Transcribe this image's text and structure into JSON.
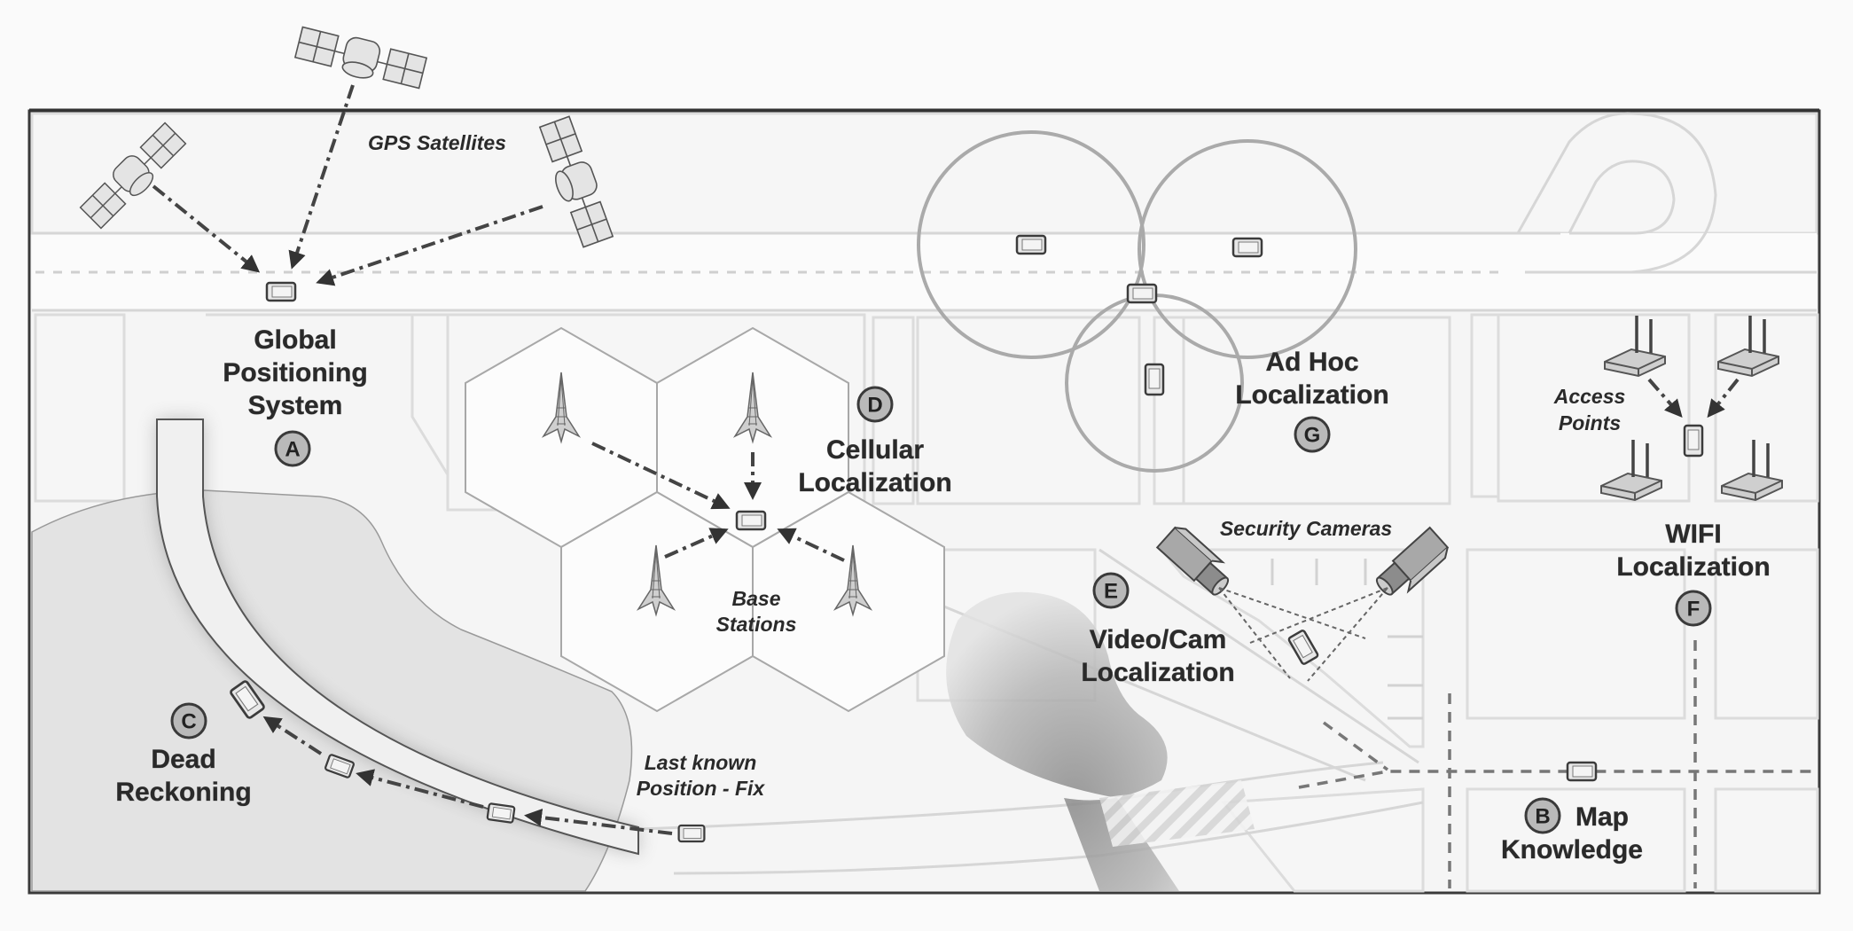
{
  "figure": {
    "title": "Localization techniques overview",
    "colors": {
      "background": "#fafafa",
      "frame": "#3a3a3a",
      "label": "#2a2a2a",
      "badge_fill": "#b9b9b9",
      "road_edge": "#d6d6d6",
      "shading": "#e6e6e6"
    }
  },
  "techniques": [
    {
      "badge": "A",
      "label_lines": [
        "Global",
        "Positioning",
        "System"
      ],
      "sub_label": "GPS Satellites",
      "icon": "satellite-icon"
    },
    {
      "badge": "B",
      "label_lines": [
        "Map",
        "Knowledge"
      ],
      "icon": "map-device-icon"
    },
    {
      "badge": "C",
      "label_lines": [
        "Dead",
        "Reckoning"
      ],
      "sub_label_lines": [
        "Last known",
        "Position - Fix"
      ],
      "icon": "trajectory-icon"
    },
    {
      "badge": "D",
      "label_lines": [
        "Cellular",
        "Localization"
      ],
      "sub_label_lines": [
        "Base",
        "Stations"
      ],
      "icon": "cell-tower-icon"
    },
    {
      "badge": "E",
      "label_lines": [
        "Video/Cam",
        "Localization"
      ],
      "sub_label": "Security Cameras",
      "icon": "security-camera-icon"
    },
    {
      "badge": "F",
      "label_lines": [
        "WIFI",
        "Localization"
      ],
      "sub_label_lines": [
        "Access",
        "Points"
      ],
      "icon": "wifi-router-icon"
    },
    {
      "badge": "G",
      "label_lines": [
        "Ad Hoc",
        "Localization"
      ],
      "icon": "peer-device-icon"
    }
  ]
}
